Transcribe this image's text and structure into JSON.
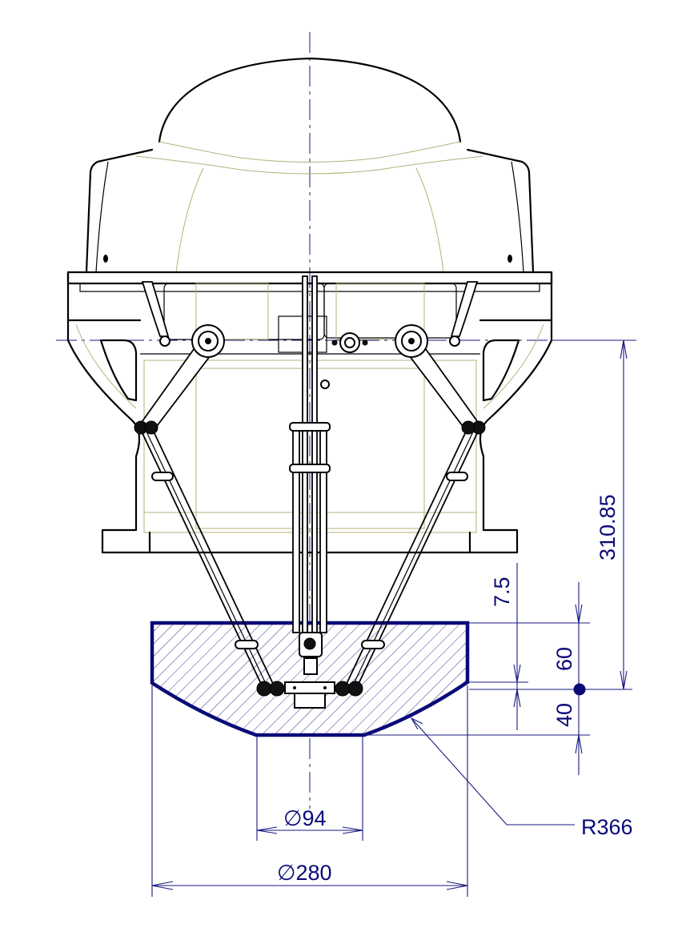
{
  "drawing": {
    "title": "Delta robot front view - working envelope",
    "colors": {
      "dimension": "#0a0a78",
      "outline": "#000000",
      "hidden_detail": "#b5b07a",
      "background": "#ffffff"
    },
    "dimensions": {
      "overall_height": {
        "label": "310.85",
        "orientation": "vertical"
      },
      "offset_top": {
        "label": "7.5",
        "orientation": "vertical"
      },
      "upper_zone": {
        "label": "60",
        "orientation": "vertical"
      },
      "lower_zone": {
        "label": "40",
        "orientation": "vertical"
      },
      "bottom_diameter": {
        "label": "∅94",
        "orientation": "horizontal"
      },
      "outer_diameter": {
        "label": "∅280",
        "orientation": "horizontal"
      },
      "arc_radius": {
        "label": "R366",
        "orientation": "leader"
      }
    },
    "markers": {
      "reference_point": {
        "shape": "filled-circle"
      }
    },
    "components": [
      "dome-cover",
      "base-housing",
      "mounting-flange-left",
      "mounting-flange-right",
      "upper-arm-left",
      "upper-arm-right",
      "parallel-link-left",
      "parallel-link-right",
      "parallel-link-center",
      "end-effector-plate",
      "working-envelope"
    ]
  }
}
